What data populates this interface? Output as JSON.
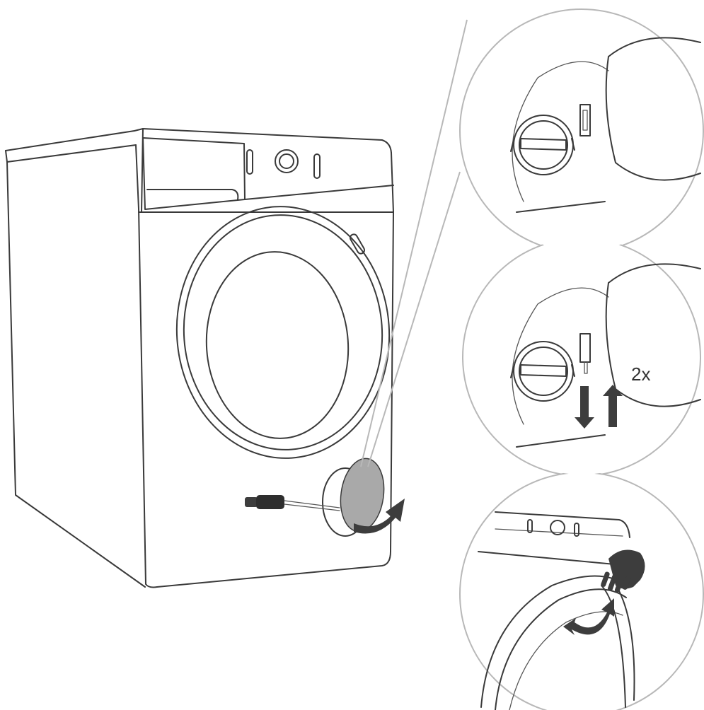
{
  "step2": {
    "repeat_label": "2x"
  },
  "colors": {
    "line": "#3a3a3a",
    "bubble_outline": "#b8b8b8",
    "arrow_fill": "#3d3d3d",
    "flap_fill": "#a9a9a9"
  },
  "icons": [
    "washing-machine",
    "screwdriver",
    "rotate-arrow-icon",
    "up-down-arrows-icon",
    "hand-icon"
  ]
}
